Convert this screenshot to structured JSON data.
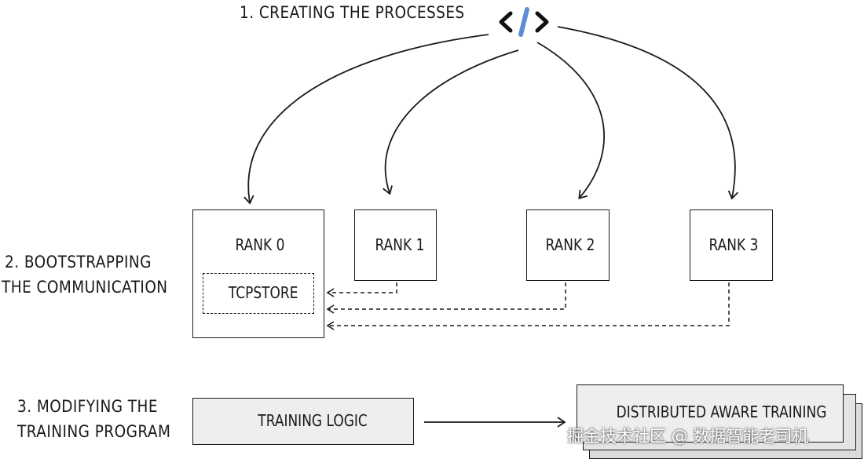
{
  "steps": {
    "step1": "1. CREATING THE PROCESSES",
    "step2_line1": "2. BOOTSTRAPPING",
    "step2_line2": "THE COMMUNICATION",
    "step3_line1": "3. MODIFYING THE",
    "step3_line2": "TRAINING PROGRAM"
  },
  "code_icon": {
    "name": "code-icon",
    "glyph": "</>",
    "accent": "#5b8ed6"
  },
  "ranks": [
    {
      "label": "RANK 0"
    },
    {
      "label": "RANK 1"
    },
    {
      "label": "RANK 2"
    },
    {
      "label": "RANK 3"
    }
  ],
  "tcpstore": "TCPSTORE",
  "training_logic": "TRAINING LOGIC",
  "distributed": "DISTRIBUTED AWARE TRAINING",
  "watermark": "掘金技术社区 @ 数据智能老司机"
}
